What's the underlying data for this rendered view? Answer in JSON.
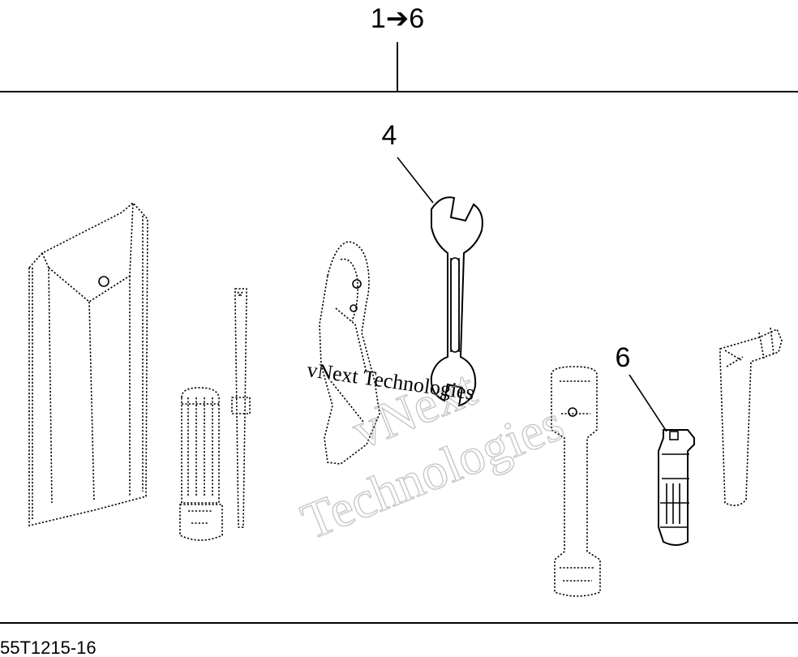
{
  "diagram": {
    "range_label": "1➔6",
    "callouts": [
      {
        "id": "4",
        "label": "4"
      },
      {
        "id": "6",
        "label": "6"
      }
    ],
    "watermark": {
      "line1": "vNext",
      "line2": "Technologies",
      "line_overlay": "vNext Technologies"
    },
    "figure_code": "55T1215-16"
  },
  "colors": {
    "ink": "#000000",
    "background": "#ffffff",
    "watermark": "#c8c8c8"
  }
}
